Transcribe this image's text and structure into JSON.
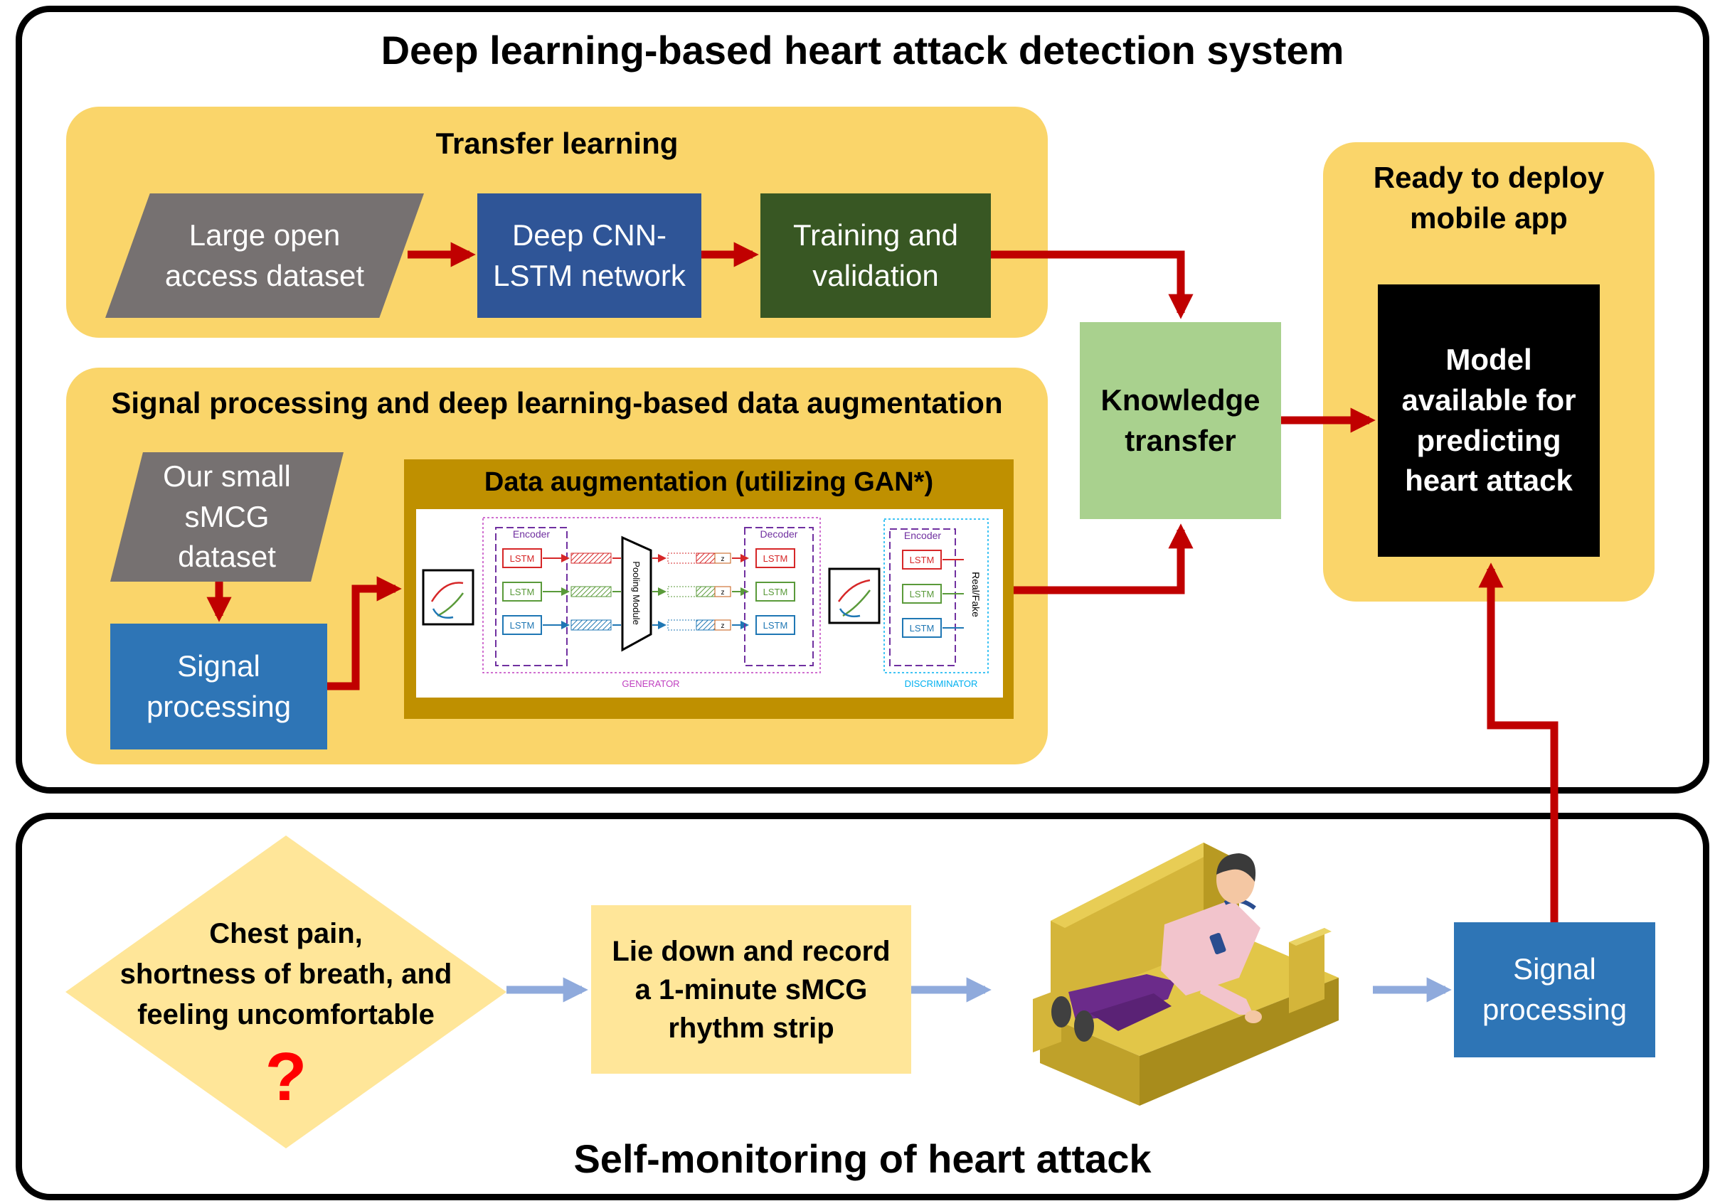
{
  "system": {
    "title": "Deep learning-based heart attack detection system",
    "transfer_learning": {
      "title": "Transfer learning",
      "large_dataset": [
        "Large open",
        "access dataset"
      ],
      "cnn_lstm": [
        "Deep CNN-",
        "LSTM network"
      ],
      "training": [
        "Training and",
        "validation"
      ]
    },
    "augmentation_section": {
      "title": "Signal processing and deep learning-based data augmentation",
      "small_dataset": [
        "Our small",
        "sMCG",
        "dataset"
      ],
      "signal_processing": [
        "Signal",
        "processing"
      ],
      "gan_box_title": "Data augmentation (utilizing GAN*)",
      "gan": {
        "encoder": "Encoder",
        "decoder": "Decoder",
        "lstm": "LSTM",
        "pooling": "Pooling Module",
        "z": "z",
        "generator": "GENERATOR",
        "disc_encoder": "Encoder",
        "real_fake": "Real/Fake",
        "discriminator": "DISCRIMINATOR"
      }
    },
    "knowledge_transfer": [
      "Knowledge",
      "transfer"
    ],
    "deploy": {
      "title": [
        "Ready to deploy",
        "mobile app"
      ],
      "model": [
        "Model",
        "available for",
        "predicting",
        "heart attack"
      ]
    }
  },
  "self_monitoring": {
    "title": "Self-monitoring of heart attack",
    "symptoms": [
      "Chest pain,",
      "shortness of breath, and",
      "feeling uncomfortable"
    ],
    "question_mark": "?",
    "record": [
      "Lie down and record",
      "a 1-minute sMCG",
      "rhythm strip"
    ],
    "signal_processing": [
      "Signal",
      "processing"
    ]
  },
  "colors": {
    "panel_yellow": "#fad56a",
    "dataset_gray": "#767171",
    "cnn_blue": "#2f5597",
    "training_green": "#385723",
    "process_blue": "#2e75b6",
    "knowledge_green": "#a9d18e",
    "gan_gold": "#bf9000",
    "model_black": "#000000",
    "arrow_red": "#c00000",
    "arrow_light_blue": "#8faadc",
    "symptom_yellow": "#ffe699",
    "record_yellow": "#ffe699"
  }
}
